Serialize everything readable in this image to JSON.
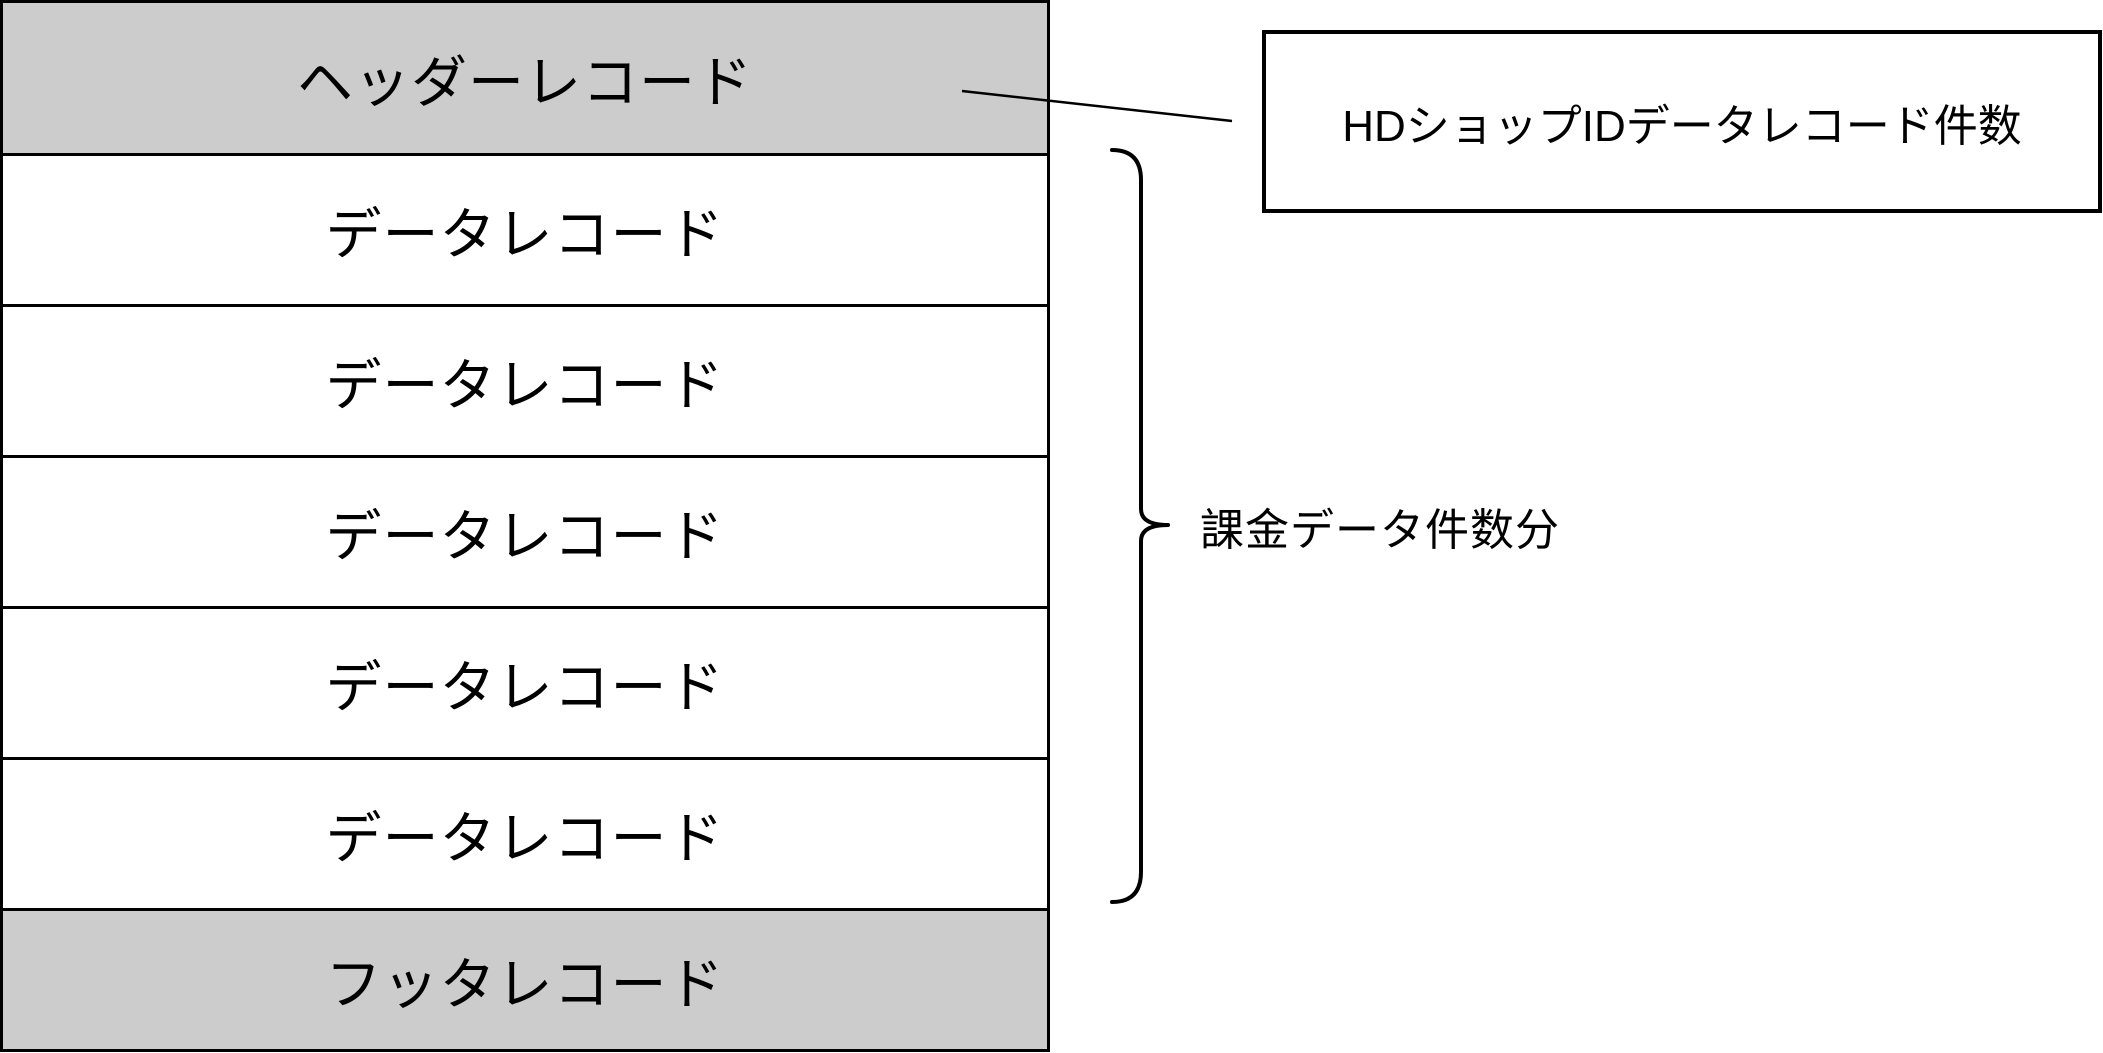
{
  "diagram": {
    "header_label": "ヘッダーレコード",
    "data_rows": [
      "データレコード",
      "データレコード",
      "データレコード",
      "データレコード",
      "データレコード"
    ],
    "footer_label": "フッタレコード",
    "callout_label": "HDショップIDデータレコード件数",
    "brace_label": "課金データ件数分",
    "colors": {
      "record_fill_gray": "#cccccc",
      "record_fill_white": "#ffffff",
      "line_black": "#000000"
    }
  }
}
